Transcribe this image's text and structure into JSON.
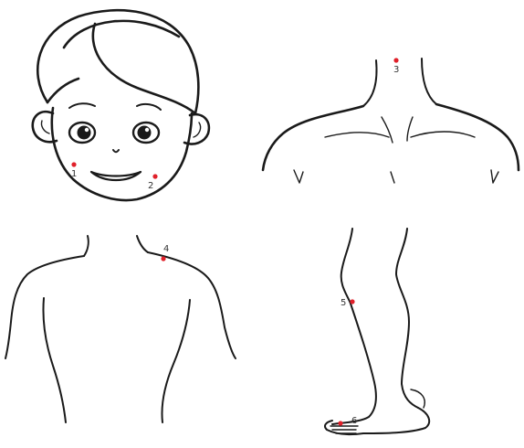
{
  "colors": {
    "outline": "#1a1a1a",
    "point": "#e0202a",
    "label": "#333333",
    "background": "#ffffff"
  },
  "panels": [
    {
      "name": "child-face-panel"
    },
    {
      "name": "neck-shoulders-panel"
    },
    {
      "name": "upper-torso-panel"
    },
    {
      "name": "leg-foot-panel"
    }
  ],
  "points": [
    {
      "label": "1",
      "area": "face"
    },
    {
      "label": "2",
      "area": "face"
    },
    {
      "label": "3",
      "area": "neck"
    },
    {
      "label": "4",
      "area": "torso"
    },
    {
      "label": "5",
      "area": "leg"
    },
    {
      "label": "6",
      "area": "foot"
    }
  ]
}
